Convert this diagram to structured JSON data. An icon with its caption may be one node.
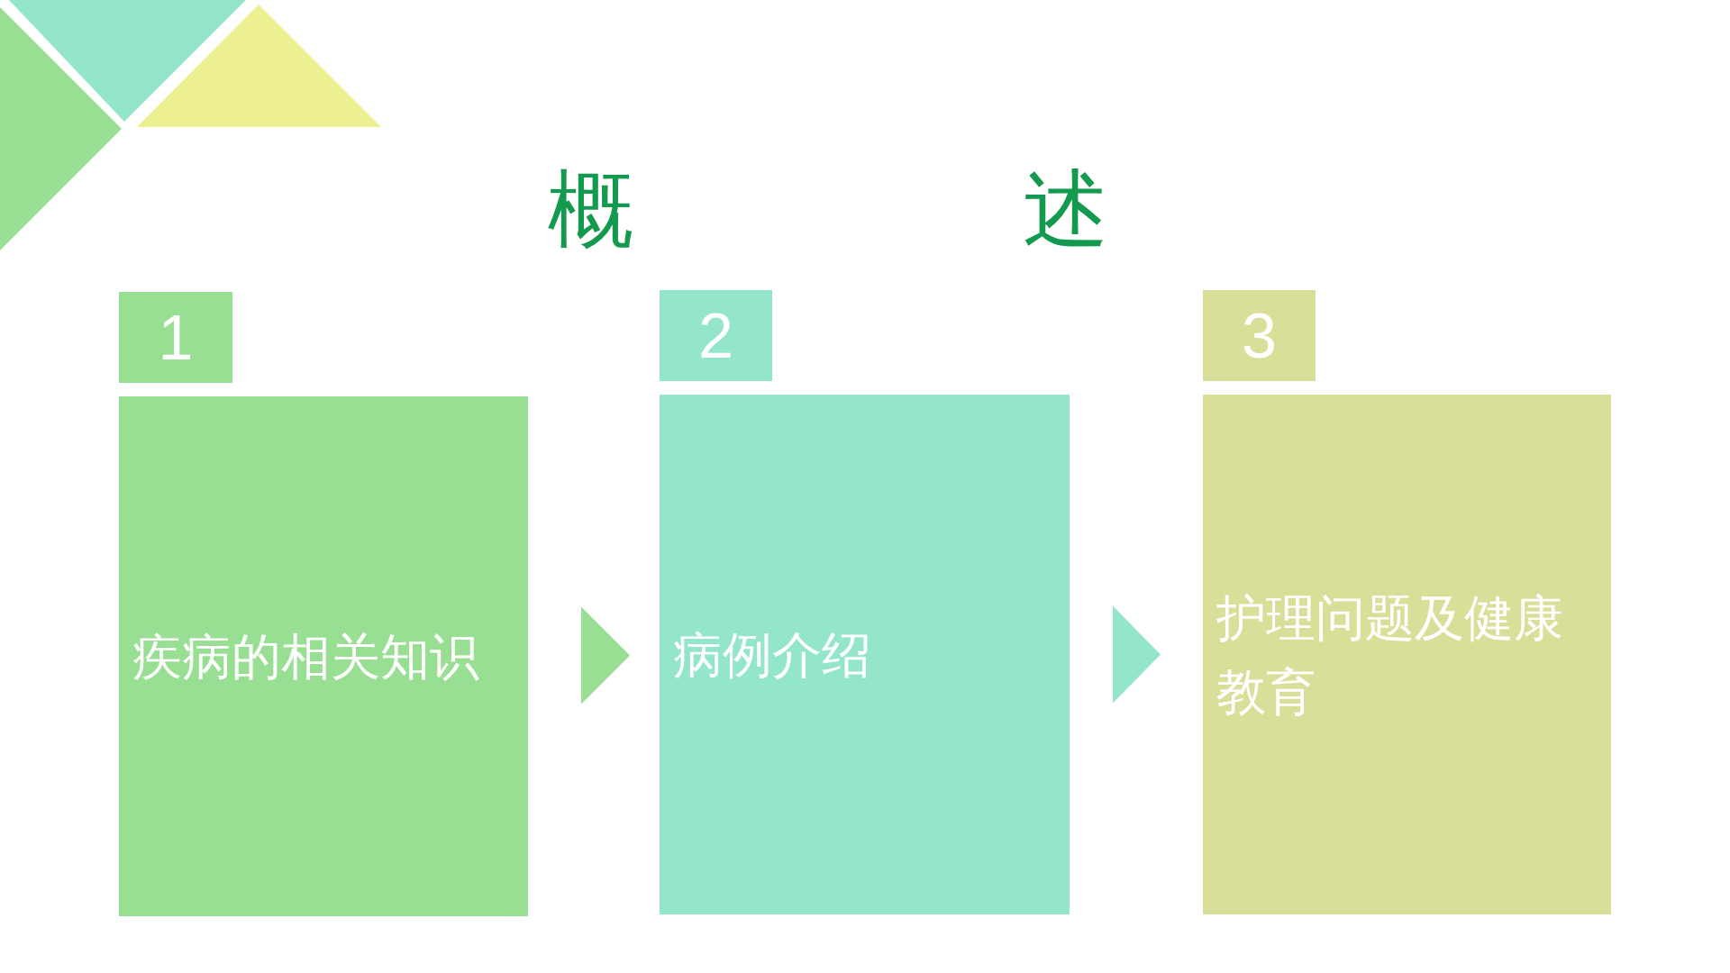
{
  "diagram": {
    "title": "概述",
    "nodes": [
      {
        "text": [
          "1"
        ]
      },
      {
        "text": [
          "疾病的相关知识"
        ]
      },
      {
        "text": [
          "2"
        ]
      },
      {
        "text": [
          "病例介绍"
        ]
      },
      {
        "text": [
          "3"
        ]
      },
      {
        "text": [
          "护理问题及健康教育"
        ]
      }
    ],
    "edges": [
      {
        "from": 1,
        "to": 3,
        "arrow": "to",
        "color": "#98df93"
      },
      {
        "from": 3,
        "to": 5,
        "arrow": "to",
        "color": "#93e6c8"
      }
    ]
  }
}
